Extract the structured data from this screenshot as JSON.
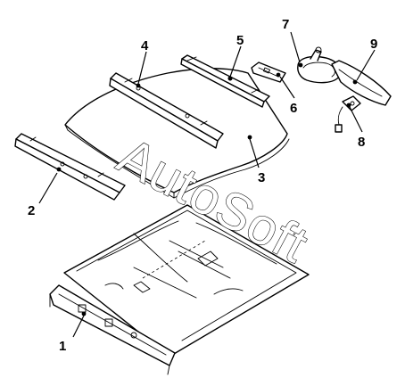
{
  "watermark": {
    "text": "AutoSoft"
  },
  "callouts": [
    {
      "id": "1",
      "label": "1"
    },
    {
      "id": "2",
      "label": "2"
    },
    {
      "id": "3",
      "label": "3"
    },
    {
      "id": "4",
      "label": "4"
    },
    {
      "id": "5",
      "label": "5"
    },
    {
      "id": "6",
      "label": "6"
    },
    {
      "id": "7",
      "label": "7"
    },
    {
      "id": "8",
      "label": "8"
    },
    {
      "id": "9",
      "label": "9"
    }
  ]
}
